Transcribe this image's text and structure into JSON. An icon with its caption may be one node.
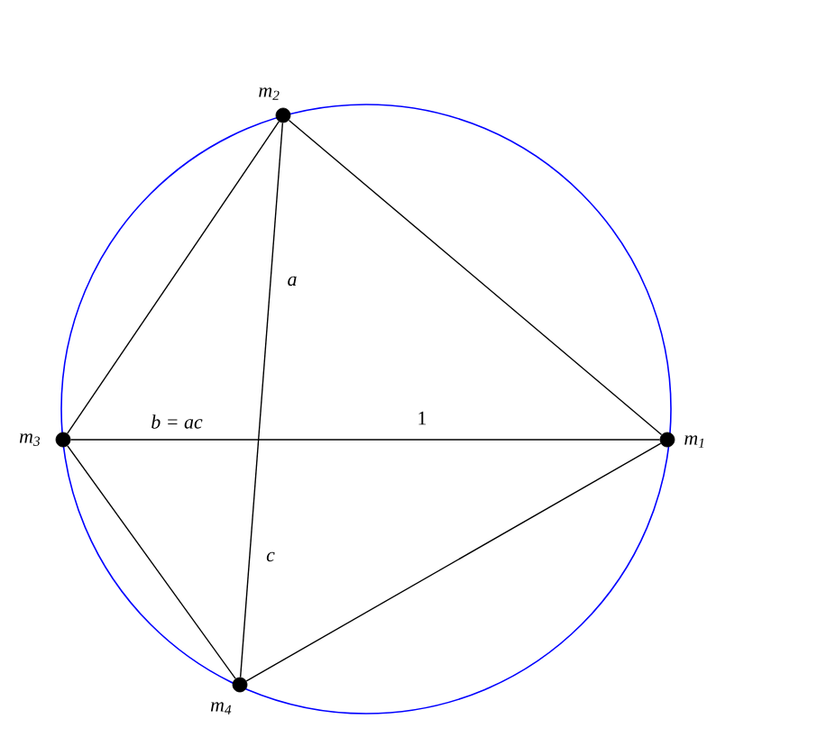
{
  "diagram": {
    "nodes": [
      {
        "text": [],
        "shape": "circle",
        "beside": [
          "m$_{2}$"
        ]
      },
      {
        "text": [],
        "shape": "circle",
        "beside": [
          "m$_{3}$"
        ]
      },
      {
        "text": [],
        "shape": "circle",
        "beside": [
          "m$_{1}$"
        ]
      },
      {
        "text": [],
        "shape": "circle",
        "beside": [
          "m$_{4}$"
        ]
      }
    ],
    "edges": [
      {
        "from": 0,
        "to": 2,
        "arrow": "none"
      },
      {
        "from": 2,
        "to": 3,
        "arrow": "none"
      },
      {
        "from": 3,
        "to": 1,
        "arrow": "none"
      },
      {
        "from": 1,
        "to": 0,
        "arrow": "none"
      },
      {
        "from": 0,
        "to": 3,
        "arrow": "none"
      },
      {
        "from": 1,
        "to": 2,
        "arrow": "none"
      }
    ],
    "labels": [
      "a",
      "b = ac",
      "1",
      "c"
    ]
  }
}
